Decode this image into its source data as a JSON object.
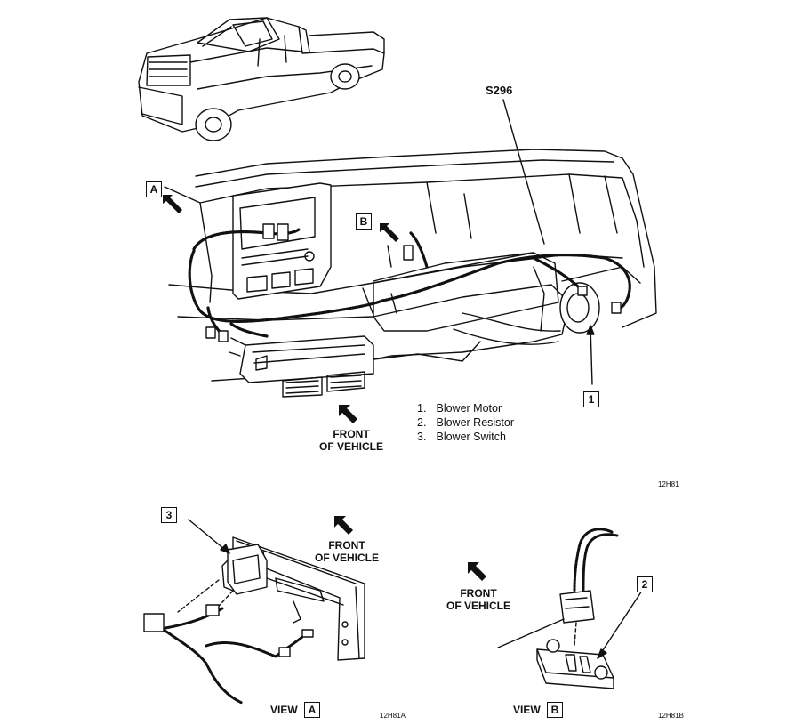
{
  "connector_label": "S296",
  "callouts": {
    "a": "A",
    "b": "B",
    "one": "1",
    "two": "2",
    "three": "3"
  },
  "front_of_vehicle": {
    "line1": "FRONT",
    "line2": "OF VEHICLE"
  },
  "legend": [
    {
      "num": "1.",
      "text": "Blower Motor"
    },
    {
      "num": "2.",
      "text": "Blower Resistor"
    },
    {
      "num": "3.",
      "text": "Blower Switch"
    }
  ],
  "figure_codes": {
    "main": "12H81",
    "view_a": "12H81A",
    "view_b": "12H81B"
  },
  "view_labels": {
    "a_word": "VIEW",
    "a_letter": "A",
    "b_word": "VIEW",
    "b_letter": "B"
  }
}
